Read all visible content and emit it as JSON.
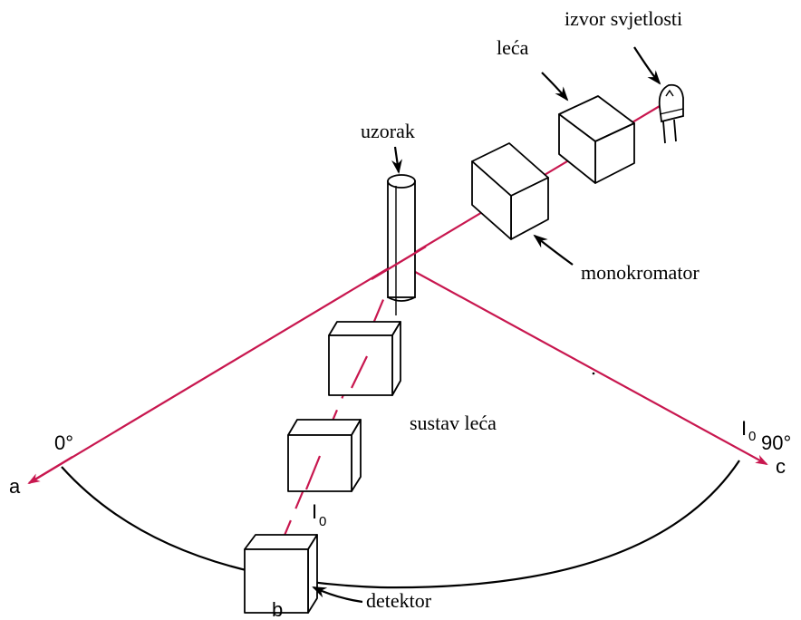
{
  "labels": {
    "light_source": "izvor svjetlosti",
    "lens": "leća",
    "sample": "uzorak",
    "monochromator": "monokromator",
    "lens_system": "sustav leća",
    "detector": "detektor",
    "angle_zero": "0°",
    "angle_ninety": "90°",
    "intensity_c": "I",
    "intensity_b": "I",
    "subscript_c": "0",
    "subscript_b": "0",
    "pos_a": "a",
    "pos_b": "b",
    "pos_c": "c"
  },
  "colors": {
    "beam": "#c8174f",
    "outline": "#000000",
    "background": "#ffffff"
  }
}
